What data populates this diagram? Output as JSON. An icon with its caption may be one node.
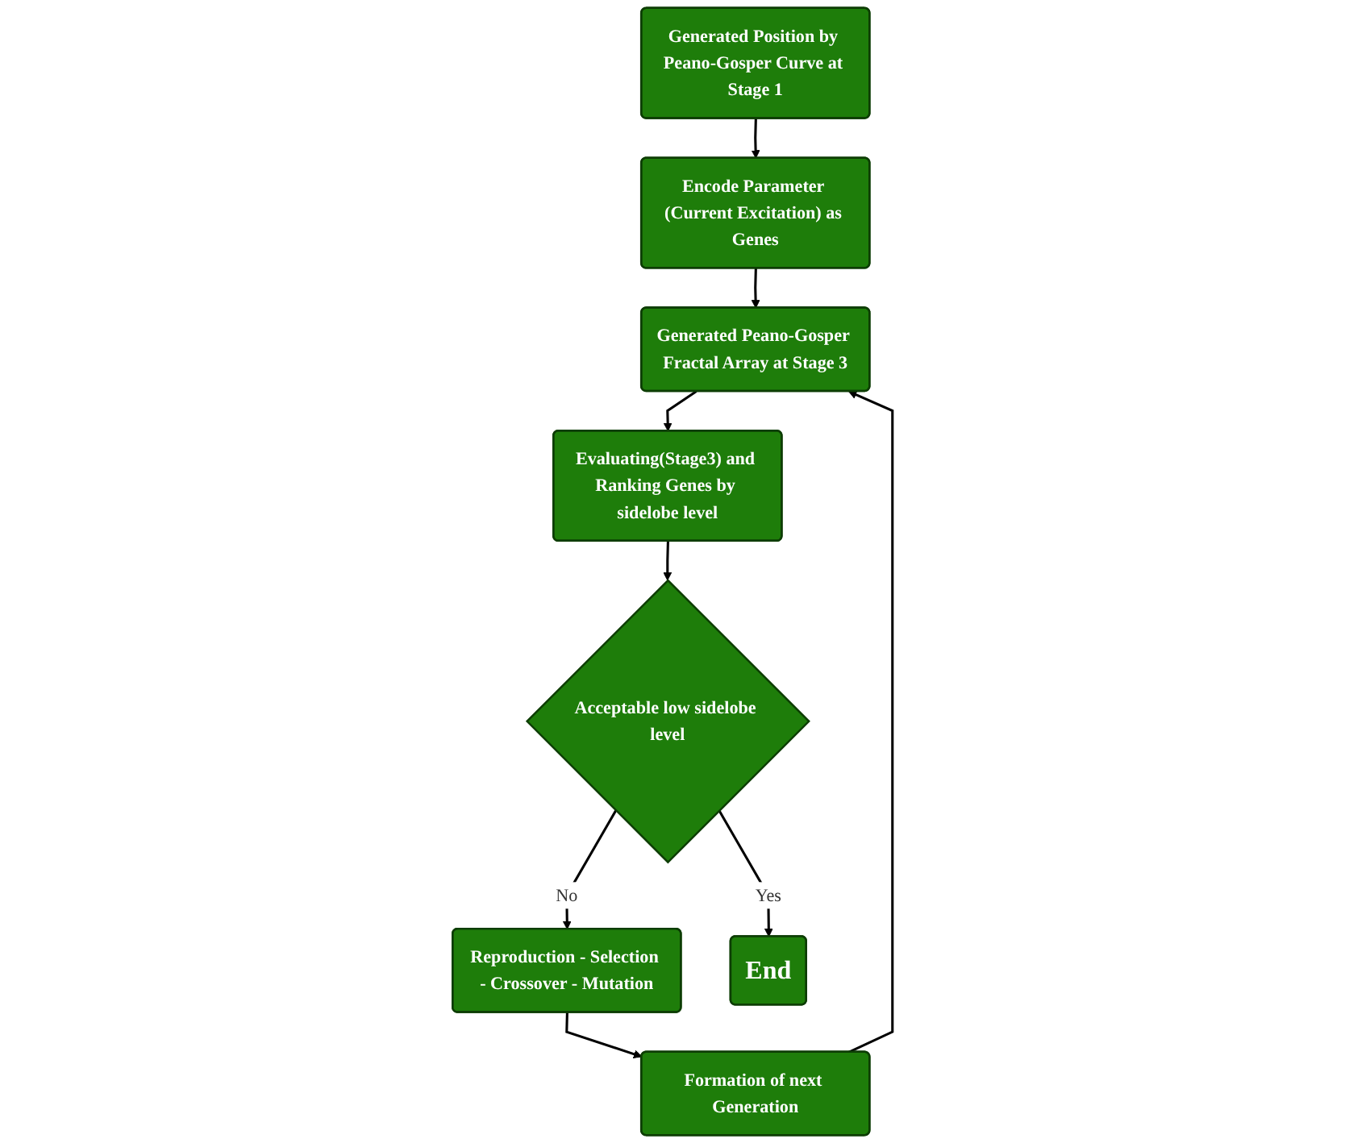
{
  "diagram": {
    "nodes": [
      {
        "text": [
          "Generated Position by Peano-Gosper Curve at Stage 1"
        ]
      },
      {
        "text": [
          "Encode Parameter (Current Excitation) as Genes"
        ]
      },
      {
        "text": [
          "Formation of next Generation"
        ]
      },
      {
        "text": [
          "Generated Peano-Gosper Fractal Array at Stage 3"
        ]
      },
      {
        "text": [
          "Evaluating(Stage3) and Ranking Genes by sidelobe level"
        ]
      },
      {
        "text": [
          "Reproduction - Selection - Crossover - Mutation"
        ]
      },
      {
        "text": [
          "Acceptable low sidelobe level"
        ]
      },
      {
        "text": [
          "End"
        ]
      }
    ],
    "edges": [
      {
        "from": 0,
        "to": 1,
        "arrow": "to"
      },
      {
        "from": 1,
        "to": 3,
        "arrow": "to"
      },
      {
        "from": 2,
        "to": 3,
        "arrow": "to"
      },
      {
        "from": 3,
        "to": 4,
        "arrow": "to"
      },
      {
        "from": 4,
        "to": 6,
        "arrow": "to"
      },
      {
        "from": 6,
        "to": 5,
        "label": "No",
        "arrow": "to"
      },
      {
        "from": 6,
        "to": 7,
        "label": "Yes",
        "arrow": "to"
      },
      {
        "from": 5,
        "to": 2,
        "arrow": "to"
      }
    ]
  }
}
